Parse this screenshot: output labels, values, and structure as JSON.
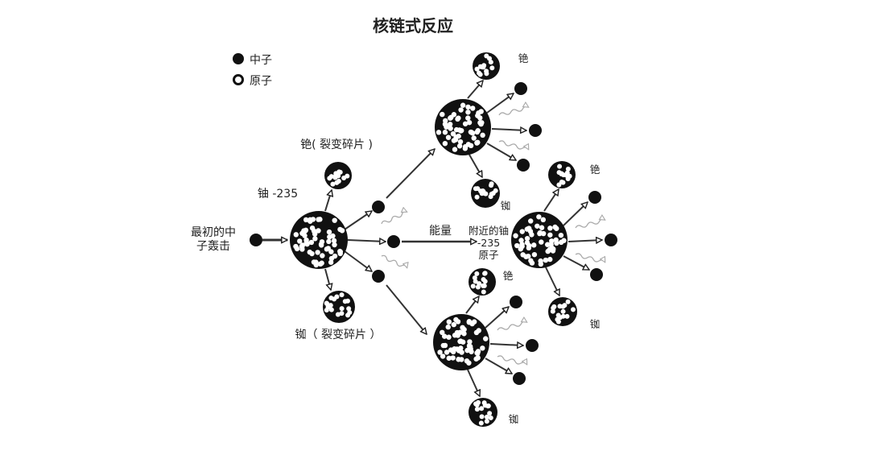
{
  "title": "核链式反应",
  "legend": {
    "neutron": "中子",
    "atom": "原子"
  },
  "labels": {
    "initial_line1": "最初的中",
    "initial_line2": "子轰击",
    "uranium": "铀 -235",
    "cesium_fragment": "铯( 裂变碎片 )",
    "rubidium_fragment": "铷（ 裂变碎片 ）",
    "energy": "能量",
    "nearby_line1": "附近的铀",
    "nearby_line2": "-235",
    "nearby_line3": "原子",
    "cesium": "铯",
    "rubidium": "铷"
  }
}
